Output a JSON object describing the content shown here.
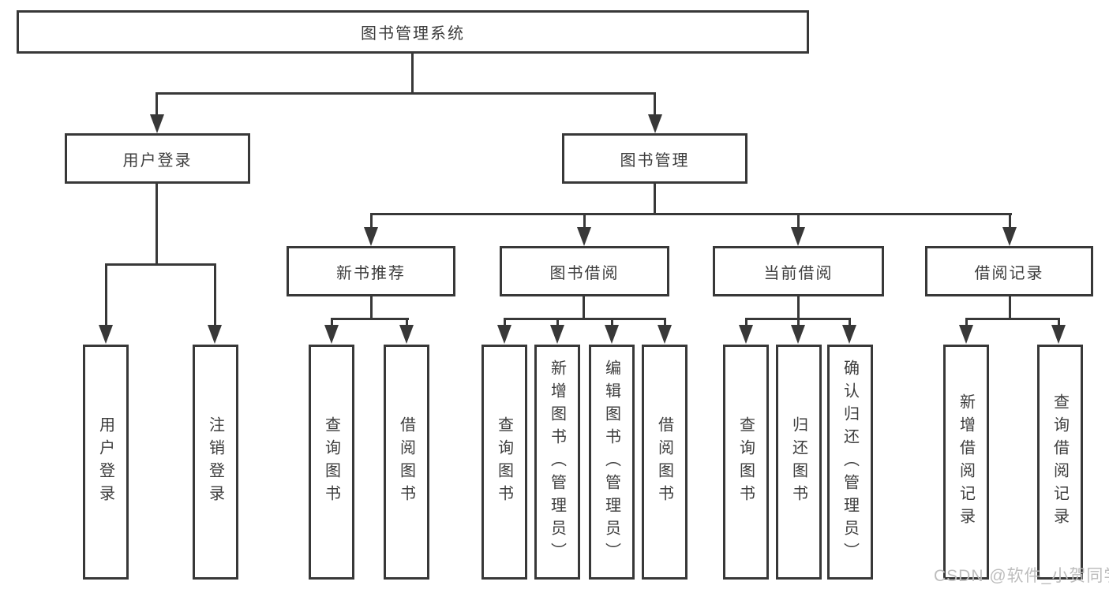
{
  "diagram": {
    "type": "hierarchy-tree",
    "colors": {
      "background": "#ffffff",
      "line": "#383838",
      "box_border": "#383838",
      "box_fill": "#ffffff",
      "text": "#3d3d3d",
      "watermark": "#bdbdbd"
    },
    "nodes": {
      "root": {
        "label": "图书管理系统"
      },
      "user_login": {
        "label": "用户登录"
      },
      "book_mgmt": {
        "label": "图书管理"
      },
      "new_book_rec": {
        "label": "新书推荐"
      },
      "book_borrow": {
        "label": "图书借阅"
      },
      "current_borrow": {
        "label": "当前借阅"
      },
      "borrow_record": {
        "label": "借阅记录"
      },
      "leaf_user_login": {
        "label": "用户登录"
      },
      "leaf_logout": {
        "label": "注销登录"
      },
      "leaf_query_book_1": {
        "label": "查询图书"
      },
      "leaf_borrow_book_1": {
        "label": "借阅图书"
      },
      "leaf_query_book_2": {
        "label": "查询图书"
      },
      "leaf_add_book": {
        "label": "新增图书（管理员）"
      },
      "leaf_edit_book": {
        "label": "编辑图书（管理员）"
      },
      "leaf_borrow_book_2": {
        "label": "借阅图书"
      },
      "leaf_query_book_3": {
        "label": "查询图书"
      },
      "leaf_return_book": {
        "label": "归还图书"
      },
      "leaf_confirm_return": {
        "label": "确认归还（管理员）"
      },
      "leaf_add_record": {
        "label": "新增借阅记录"
      },
      "leaf_query_record": {
        "label": "查询借阅记录"
      }
    },
    "hierarchy": {
      "图书管理系统": {
        "用户登录": [
          "用户登录",
          "注销登录"
        ],
        "图书管理": {
          "新书推荐": [
            "查询图书",
            "借阅图书"
          ],
          "图书借阅": [
            "查询图书",
            "新增图书（管理员）",
            "编辑图书（管理员）",
            "借阅图书"
          ],
          "当前借阅": [
            "查询图书",
            "归还图书",
            "确认归还（管理员）"
          ],
          "借阅记录": [
            "新增借阅记录",
            "查询借阅记录"
          ]
        }
      }
    },
    "watermark": "CSDN @软件_小贺同学"
  }
}
